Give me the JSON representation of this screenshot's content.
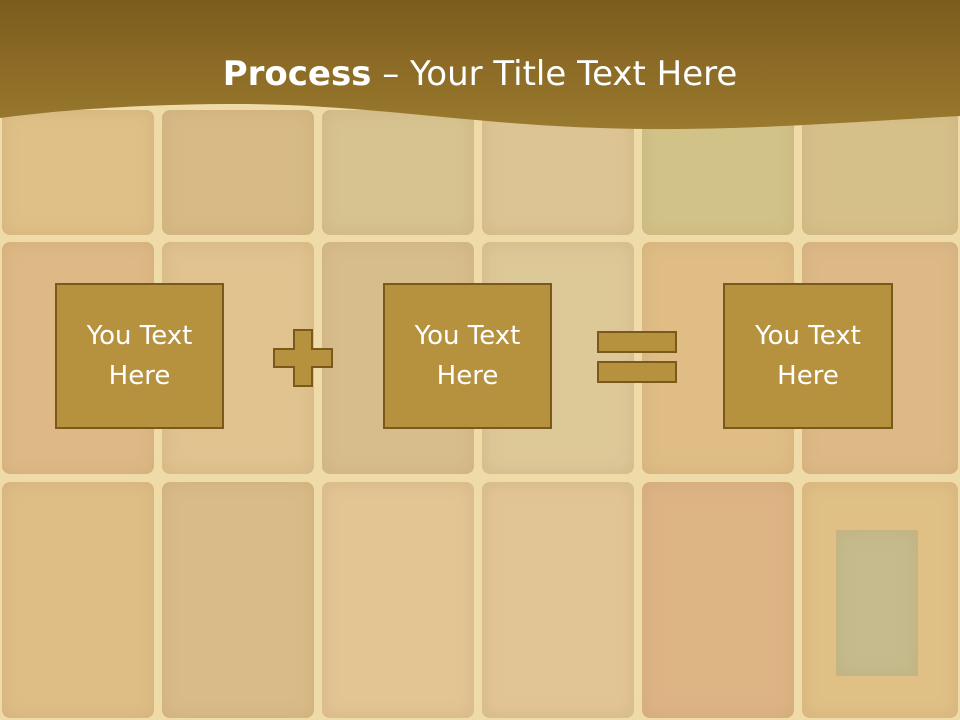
{
  "slide": {
    "title_bold": "Process",
    "title_rest": " – Your Title Text Here"
  },
  "process": {
    "box1": "You Text\nHere",
    "box2": "You Text\nHere",
    "box3": "You Text\nHere",
    "operator1": "plus-icon",
    "operator2": "equals-icon"
  },
  "colors": {
    "banner": "#8a6a22",
    "box_fill": "#b6923f",
    "box_border": "#7a5a1c",
    "operator_fill": "#b6923f"
  }
}
